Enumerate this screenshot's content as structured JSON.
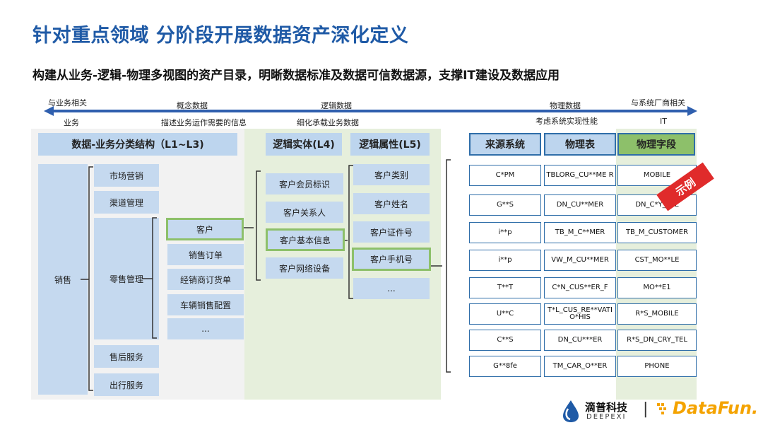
{
  "title": "针对重点领域 分阶段开展数据资产深化定义",
  "subtitle": "构建从业务-逻辑-物理多视图的资产目录，明晰数据标准及数据可信数据源，支撑IT建设及数据应用",
  "axis": {
    "top": [
      "与业务相关",
      "概念数据",
      "逻辑数据",
      "物理数据",
      "与系统厂商相关"
    ],
    "bottom": [
      "业务",
      "描述业务运作需要的信息",
      "细化承载业务数据",
      "考虑系统实现性能",
      "IT"
    ]
  },
  "business": {
    "header": "数据-业务分类结构（L1~L3)",
    "l1": "销售",
    "l2": [
      "市场营销",
      "渠道管理",
      "零售管理",
      "售后服务",
      "出行服务"
    ],
    "l3": [
      "客户",
      "销售订单",
      "经销商订货单",
      "车辆销售配置",
      "..."
    ]
  },
  "entity": {
    "header": "逻辑实体(L4)",
    "items": [
      "客户会员标识",
      "客户关系人",
      "客户基本信息",
      "客户网络设备"
    ]
  },
  "attribute": {
    "header": "逻辑属性(L5)",
    "items": [
      "客户类别",
      "客户姓名",
      "客户证件号",
      "客户手机号",
      "..."
    ]
  },
  "physical": {
    "headers": [
      "来源系统",
      "物理表",
      "物理字段"
    ],
    "rows": [
      [
        "C*PM",
        "TBLORG_CU**ME R",
        "MOBILE"
      ],
      [
        "G**S",
        "DN_CU**MER",
        "DN_C*Y_TEL"
      ],
      [
        "i**p",
        "TB_M_C**MER",
        "TB_M_CUSTOMER"
      ],
      [
        "i**p",
        "VW_M_CU**MER",
        "CST_MO**LE"
      ],
      [
        "T**T",
        "C*N_CUS**ER_F",
        "MO**E1"
      ],
      [
        "U**C",
        "T*L_CUS_RE**VATI O*HIS",
        "R*S_MOBILE"
      ],
      [
        "C**S",
        "DN_CU***ER",
        "R*S_DN_CRY_TEL"
      ],
      [
        "G**8fe",
        "TM_CAR_O**ER",
        "PHONE"
      ]
    ]
  },
  "stamp": "示例",
  "brands": {
    "deepexi_cn": "滴普科技",
    "deepexi_en": "DEEPEXI",
    "separator": "|",
    "datafun": "DataFun."
  },
  "colors": {
    "title": "#1f5aa6",
    "box": "#c5d9ef",
    "highlight": "#8dc06a",
    "table_border": "#2f6ea9",
    "stamp": "#e02b2b",
    "green_bg": "#e6efdc",
    "gray_bg": "#f2f2f2"
  }
}
